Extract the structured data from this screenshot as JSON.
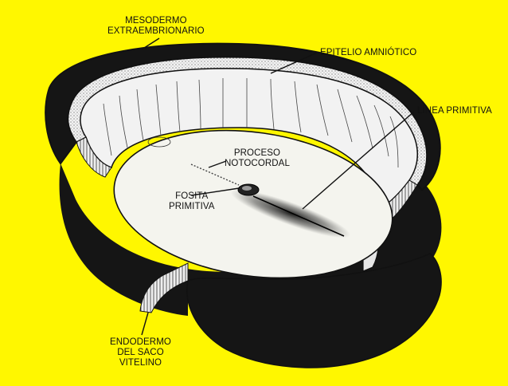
{
  "colors": {
    "background": "#fff700",
    "outline": "#111111",
    "mesoderm_fill": "#151515",
    "amnion_fill": "#f2f2f2",
    "disc_fill": "#f4f4ee"
  },
  "labels": {
    "mesodermo": [
      "MESODERMO",
      "EXTRAEMBRIONARIO"
    ],
    "epitelio": [
      "EPITELIO AMNIÓTICO"
    ],
    "linea": [
      "LÍNEA PRIMITIVA"
    ],
    "proceso": [
      "PROCESO",
      "NOTOCORDAL"
    ],
    "fosita": [
      "FOSITA",
      "PRIMITIVA"
    ],
    "endodermo": [
      "ENDODERMO",
      "DEL SACO",
      "VITELINO"
    ]
  }
}
